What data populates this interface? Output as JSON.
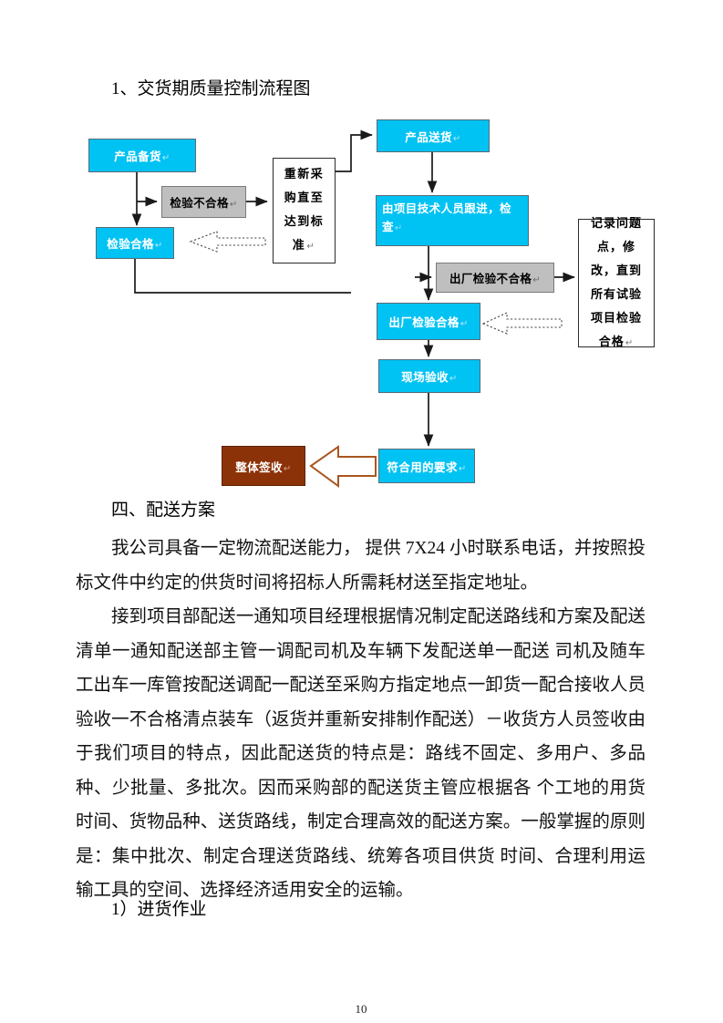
{
  "page": {
    "number": "10",
    "section_heading": "1、交货期质量控制流程图"
  },
  "flowchart": {
    "title": "交货期质量控制流程图",
    "nodes": {
      "product_stock": "产品备货",
      "inspection_fail": "检验不合格",
      "repurchase": "重新采购直至达到标准",
      "inspection_pass": "检验合格",
      "product_delivery": "产品送货",
      "tech_followup": "由项目技术人员跟进，检查",
      "factory_fail": "出厂检验不合格",
      "record_issue": "记录问题点，修改，直到所有试验项目检验合格",
      "factory_pass": "出厂检验合格",
      "site_acceptance": "现场验收",
      "meets_requirement": "符合用的要求",
      "overall_signoff": "整体签收"
    },
    "colors": {
      "cyan": "#00C2F3",
      "gray": "#BFBFBF",
      "brown": "#8C3208",
      "white": "#FFFFFF",
      "line": "#1a1a1a"
    }
  },
  "body": {
    "heading_4": "四、配送方案",
    "para_1": "我公司具备一定物流配送能力， 提供 7X24 小时联系电话，并按照投标文件中约定的供货时间将招标人所需耗材送至指定地址。",
    "para_2": "接到项目部配送一通知项目经理根据情况制定配送路线和方案及配送清单一通知配送部主管一调配司机及车辆下发配送单一配送 司机及随车工出车一库管按配送调配一配送至采购方指定地点一卸货一配合接收人员验收一不合格清点装车（返货并重新安排制作配送）－收货方人员签收由于我们项目的特点，因此配送货的特点是：路线不固定、多用户、多品种、少批量、多批次。因而采购部的配送货主管应根据各 个工地的用货时间、货物品种、送货路线，制定合理高效的配送方案。一般掌握的原则是：集中批次、制定合理送货路线、统筹各项目供货 时间、合理利用运输工具的空间、选择经济适用安全的运输。",
    "heading_5": "1）进货作业"
  }
}
